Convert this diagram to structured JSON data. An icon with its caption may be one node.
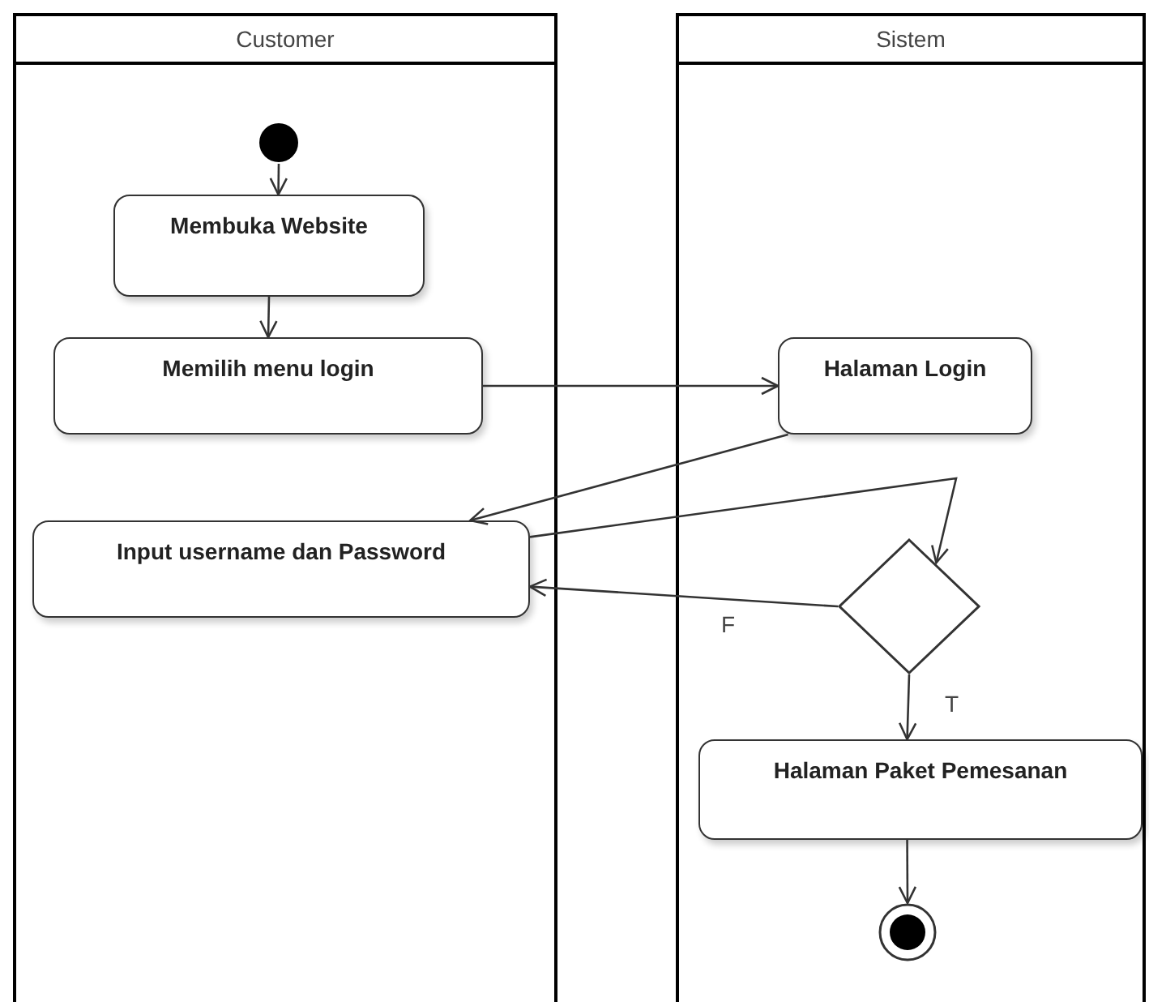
{
  "diagram": {
    "nodes": [
      {
        "text": [
          "Customer"
        ]
      },
      {
        "text": [
          "Sistem"
        ]
      },
      {
        "text": [],
        "shape": "circle",
        "in": 0
      },
      {
        "text": [
          "Membuka Website"
        ],
        "in": 0
      },
      {
        "text": [
          "Memilih menu login"
        ],
        "in": 0
      },
      {
        "text": [
          "Input username dan Password"
        ],
        "in": 0
      },
      {
        "text": [
          "Halaman Login"
        ],
        "in": 1
      },
      {
        "text": [],
        "shape": "diamond",
        "in": 1
      },
      {
        "text": [
          "Halaman Paket Pemesanan"
        ],
        "in": 1
      },
      {
        "text": [],
        "shape": "circle",
        "in": 1
      }
    ],
    "edges": [
      {
        "from": 2,
        "to": 3,
        "arrow": "to"
      },
      {
        "from": 3,
        "to": 4,
        "arrow": "to"
      },
      {
        "from": 4,
        "to": 6,
        "arrow": "to"
      },
      {
        "from": 6,
        "to": 5,
        "arrow": "to"
      },
      {
        "from": 5,
        "to": 7,
        "arrow": "to"
      },
      {
        "from": 7,
        "to": 5,
        "arrow": "to",
        "label": "F"
      },
      {
        "from": 7,
        "to": 8,
        "arrow": "to",
        "label": "T"
      },
      {
        "from": 8,
        "to": 9,
        "arrow": "to"
      }
    ]
  }
}
